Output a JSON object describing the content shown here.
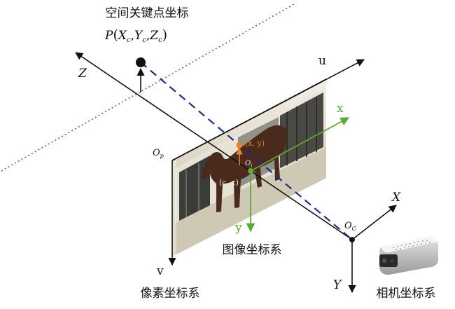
{
  "point": {
    "title": "空间关键点坐标",
    "P": "P",
    "Xc": "X",
    "Yc": "Y",
    "Zc": "Z",
    "sub_c": "c",
    "comma": ",",
    "lparen": "(",
    "rparen": ")"
  },
  "pixel_frame": {
    "origin": "O",
    "origin_sub": "p",
    "u_axis": "u",
    "v_axis": "v",
    "caption": "像素坐标系"
  },
  "image_frame": {
    "origin": "O",
    "origin_sub": "i",
    "x_axis": "x",
    "y_axis": "y",
    "caption": "图像坐标系",
    "proj_label": "(x, y)",
    "principal_label": "(c, c)"
  },
  "camera_frame": {
    "origin": "O",
    "origin_sub": "C",
    "X_axis": "X",
    "Y_axis": "Y",
    "Z_axis": "Z",
    "caption": "相机坐标系"
  },
  "colors": {
    "axis": "#111111",
    "image_axis": "#5ea83a",
    "projection": "#e8822a",
    "ray": "#1f2f7a",
    "dotted": "#3f6fa0"
  },
  "icons": {
    "camera": "depth-camera-icon",
    "keypoint": "keypoint-dot-icon"
  }
}
